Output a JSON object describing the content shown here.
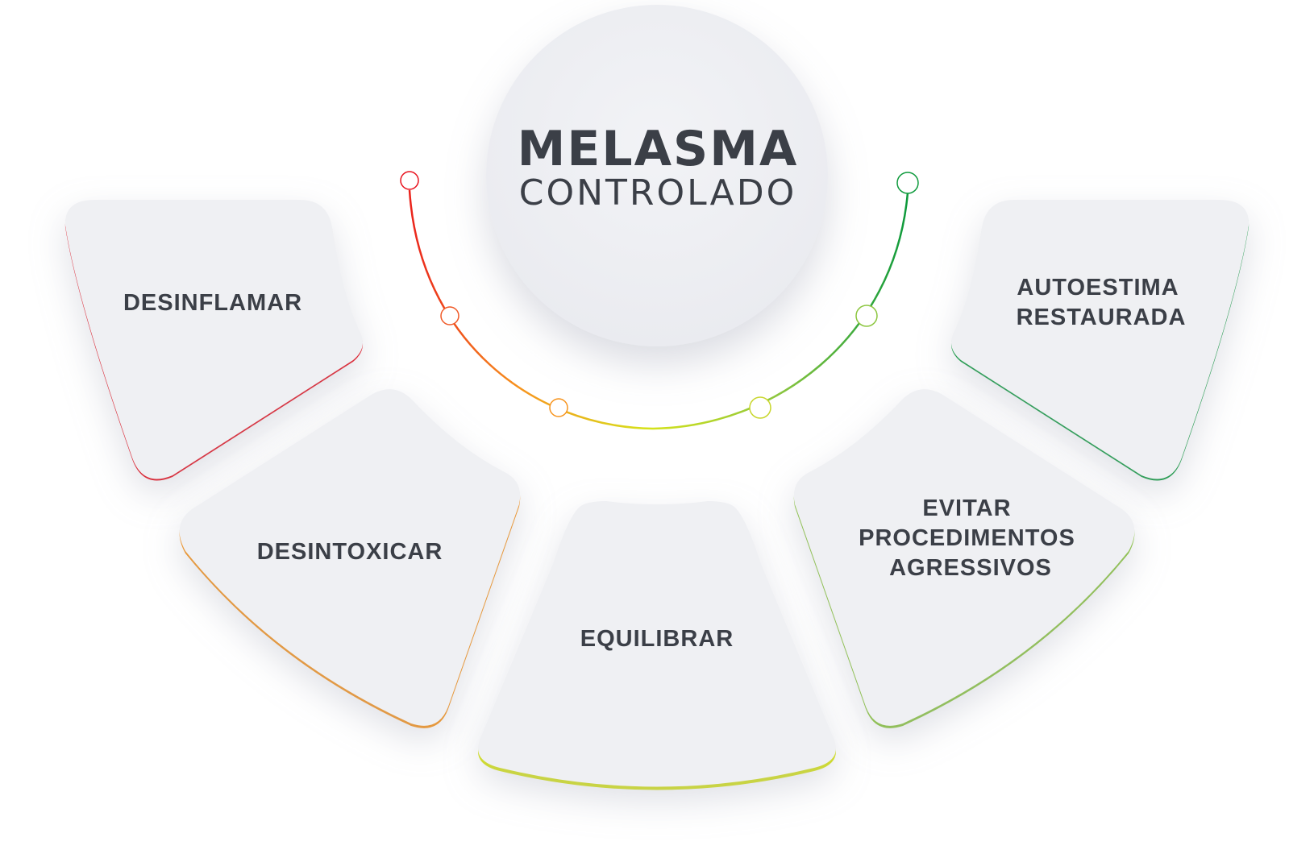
{
  "center": {
    "title": "MELASMA",
    "subtitle": "CONTROLADO"
  },
  "segments": [
    {
      "id": "desinflamar",
      "lines": [
        "DESINFLAMAR"
      ],
      "color": "#e8101c"
    },
    {
      "id": "desintoxicar",
      "lines": [
        "DESINTOXICAR"
      ],
      "color": "#f7941d"
    },
    {
      "id": "equilibrar",
      "lines": [
        "EQUILIBRAR"
      ],
      "color": "#d6e31a"
    },
    {
      "id": "evitar",
      "lines": [
        "EVITAR",
        "PROCEDIMENTOS",
        "AGRESSIVOS"
      ],
      "color": "#8cc63f"
    },
    {
      "id": "autoestima",
      "lines": [
        "AUTOESTIMA",
        "RESTAURADA"
      ],
      "color": "#0e9a3c"
    }
  ],
  "colors": {
    "card_fill": "#eff0f3",
    "background": "#ffffff",
    "text": "#3b3f47",
    "arc_gradient": [
      "#e8101c",
      "#f7941d",
      "#d6e31a",
      "#8cc63f",
      "#0e9a3c"
    ]
  }
}
